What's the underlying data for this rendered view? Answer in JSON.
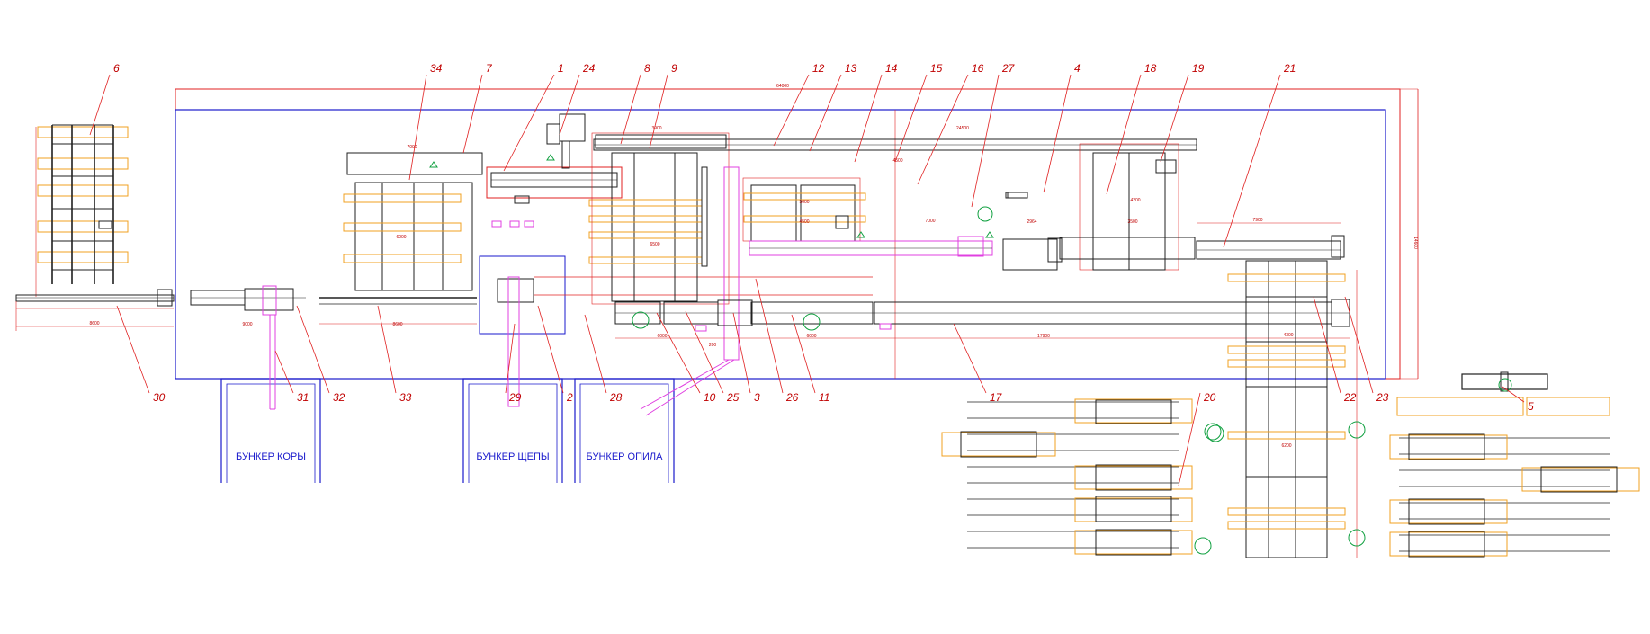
{
  "drawing": {
    "colors": {
      "frame": "#1a1acc",
      "dimension": "#e02020",
      "machine": "#202020",
      "stack": "#f0a020",
      "chute": "#e040e0",
      "marker": "#10a040"
    },
    "callouts": {
      "top": [
        "6",
        "34",
        "7",
        "1",
        "24",
        "8",
        "9",
        "12",
        "13",
        "14",
        "15",
        "16",
        "27",
        "4",
        "18",
        "19",
        "21"
      ],
      "bottom": [
        "30",
        "31",
        "32",
        "33",
        "29",
        "2",
        "28",
        "10",
        "25",
        "3",
        "26",
        "11",
        "17",
        "20",
        "22",
        "23",
        "5"
      ]
    },
    "bunkers": [
      "БУНКЕР КОРЫ",
      "БУНКЕР ЩЕПЫ",
      "БУНКЕР ОПИЛА"
    ],
    "dimensions": {
      "overall": "64000",
      "building_height": "14600",
      "left_conveyor": "8600",
      "debarker": "9000",
      "sort_conveyor": "8600",
      "deck_width": "7000",
      "deck_inner": "6000",
      "saw_line": "3900",
      "upper_conveyor": "24500",
      "upper_short": "4500",
      "trim_1": "5000",
      "trim_2": "4500",
      "trim_3": "6500",
      "middle_conveyor": "7000",
      "middle_gap": "2964",
      "middle_right": "3500",
      "right_conveyor": "7900",
      "right_deck": "4200",
      "lower_conveyor": "17900",
      "lower_short": "6000",
      "lower_small": "200",
      "sorter": "6000",
      "sorter_side": "4300",
      "bottom_deck": "6200"
    }
  }
}
